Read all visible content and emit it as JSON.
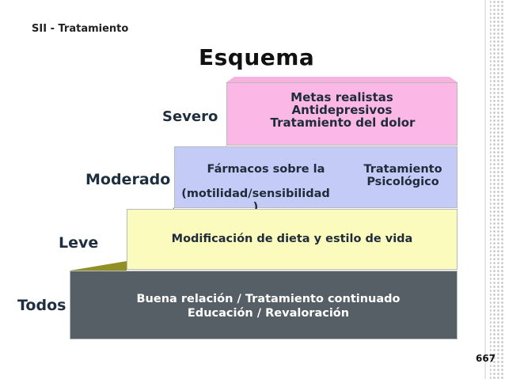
{
  "header": {
    "section_title": "SII - Tratamiento",
    "diagram_title": "Esquema"
  },
  "tiers": {
    "severo": {
      "label": "Severo",
      "lines": [
        "Metas realistas",
        "Antidepresivos",
        "Tratamiento del dolor"
      ],
      "color": "#fbb8e6"
    },
    "moderado": {
      "label": "Moderado",
      "left_line1": "Fármacos sobre la",
      "left_line2": "(motilidad/sensibilidad",
      "left_line3": ")",
      "right_line1": "Tratamiento",
      "right_line2": "Psicológico",
      "color": "#c4cbf7"
    },
    "leve": {
      "label": "Leve",
      "text": "Modificación de dieta y estilo de vida",
      "color": "#fbfbbd"
    },
    "todos": {
      "label": "Todos",
      "line1": "Buena relación / Tratamiento continuado",
      "line2": "Educación / Revaloración",
      "color": "#575f66"
    }
  },
  "footer": {
    "page_number": "667"
  },
  "colors": {
    "olive_shadow": "#8a8a1a",
    "text_dark": "#1f2c3a"
  }
}
